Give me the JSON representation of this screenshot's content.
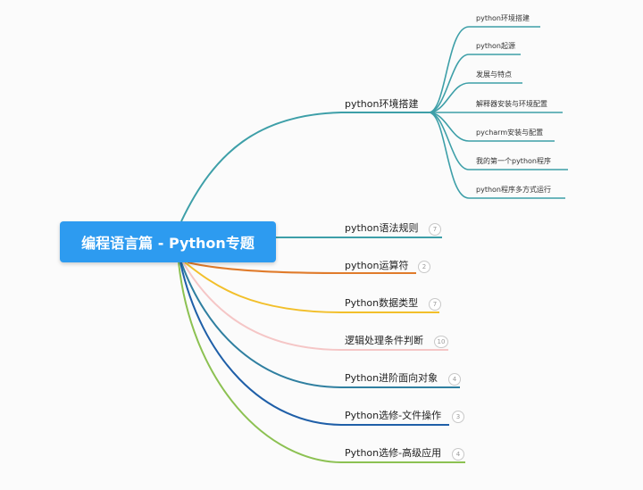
{
  "root": {
    "label": "编程语言篇 - Python专题",
    "color": "#2d9bf0"
  },
  "branches": [
    {
      "key": "env",
      "label": "python环境搭建",
      "color": "#3d9fa8",
      "children": [
        "python环境搭建",
        "python起源",
        "发展与特点",
        "解释器安装与环境配置",
        "pycharm安装与配置",
        "我的第一个python程序",
        "python程序多方式运行"
      ]
    },
    {
      "key": "syntax",
      "label": "python语法规则",
      "badge": "7",
      "color": "#3d9fa8"
    },
    {
      "key": "ops",
      "label": "python运算符",
      "badge": "2",
      "color": "#e07b2b"
    },
    {
      "key": "types",
      "label": "Python数据类型",
      "badge": "7",
      "color": "#f2bf2a"
    },
    {
      "key": "logic",
      "label": "逻辑处理条件判断",
      "badge": "10",
      "color": "#f5c6c6"
    },
    {
      "key": "oop",
      "label": "Python进阶面向对象",
      "badge": "4",
      "color": "#2f7fa0"
    },
    {
      "key": "file",
      "label": "Python选修-文件操作",
      "badge": "3",
      "color": "#1f5fa8"
    },
    {
      "key": "adv",
      "label": "Python选修-高级应用",
      "badge": "4",
      "color": "#8cc152"
    }
  ]
}
